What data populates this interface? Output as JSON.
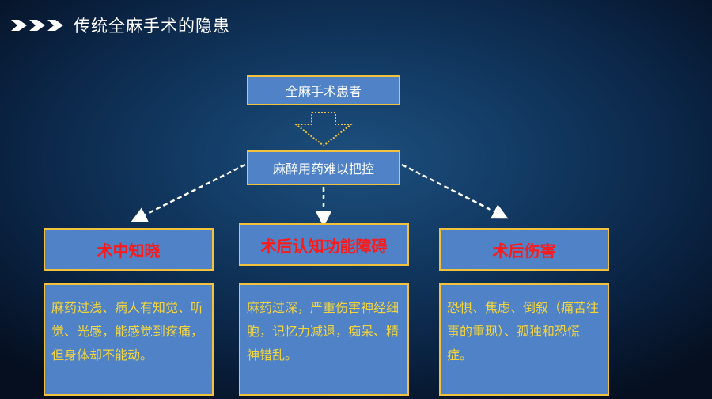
{
  "title": "传统全麻手术的隐患",
  "nodes": {
    "top": "全麻手术患者",
    "mid": "麻醉用药难以把控",
    "heads": [
      "术中知晓",
      "术后认知功能障碍",
      "术后伤害"
    ],
    "details": [
      "麻药过浅、病人有知觉、听觉、光感，能感觉到疼痛，但身体却不能动。",
      "麻药过深，严重伤害神经细胞，记忆力减退，痴呆、精神错乱。",
      "恐惧、焦虑、倒叙（痛苦往事的重现）、孤独和恐慌症。"
    ]
  },
  "colors": {
    "box_fill": "#4f82c7",
    "box_border": "#f2c23c",
    "heading_text": "#ff1a1a",
    "detail_text": "#f5d53c",
    "connector": "#ffffff"
  }
}
